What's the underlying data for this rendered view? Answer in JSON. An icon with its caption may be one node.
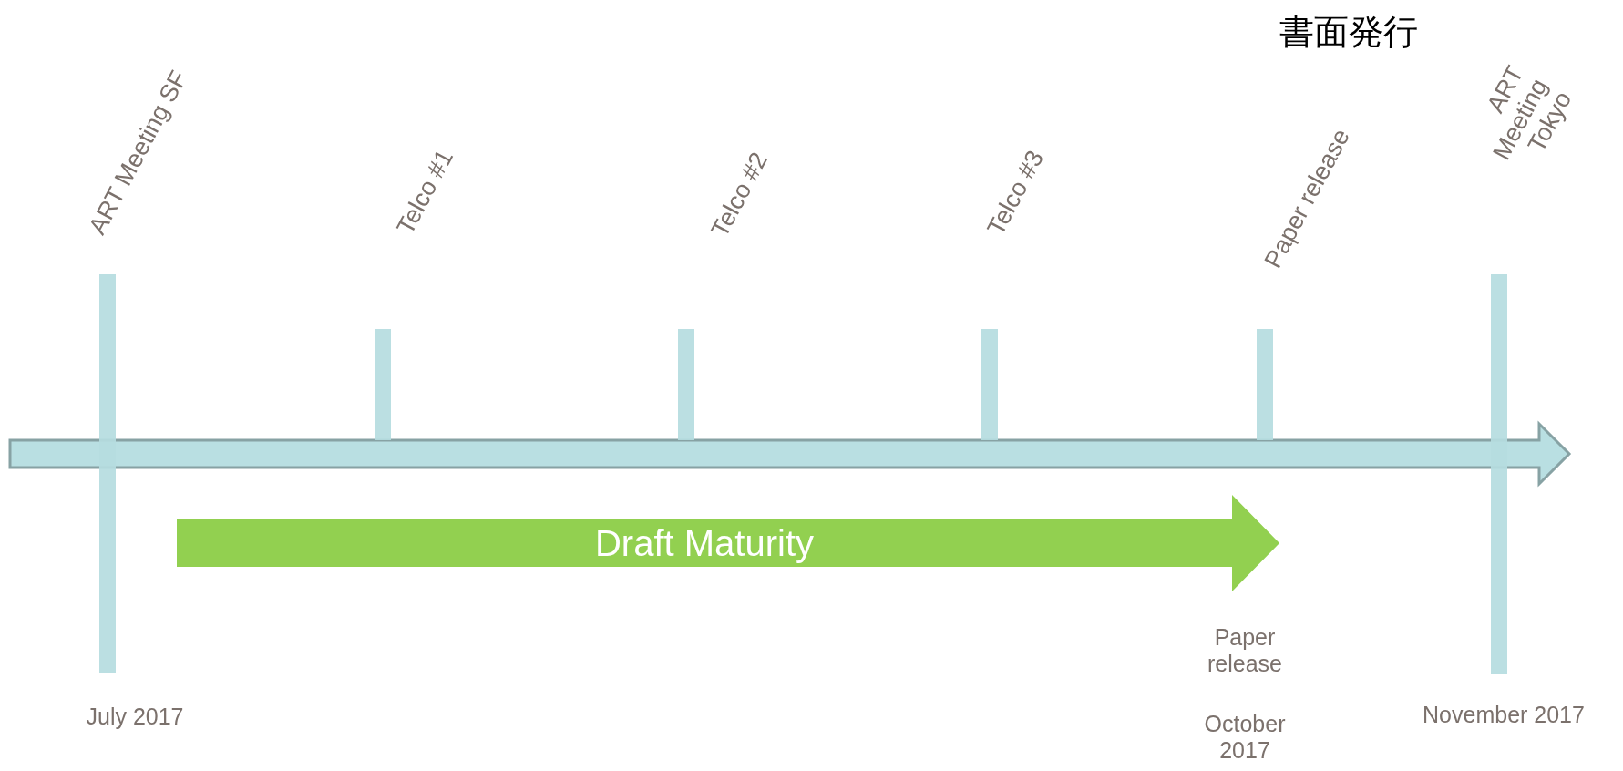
{
  "diagram": {
    "nodes": [
      {
        "text": [
          "Draft Maturity"
        ]
      }
    ],
    "labels": [
      "書面発行",
      "ART Meeting SF",
      "Telco #1",
      "Telco #2",
      "Telco #3",
      "Paper release",
      "ART Meeting Tokyo",
      "July 2017",
      "Paper release",
      "October 2017",
      "November 2017"
    ]
  }
}
